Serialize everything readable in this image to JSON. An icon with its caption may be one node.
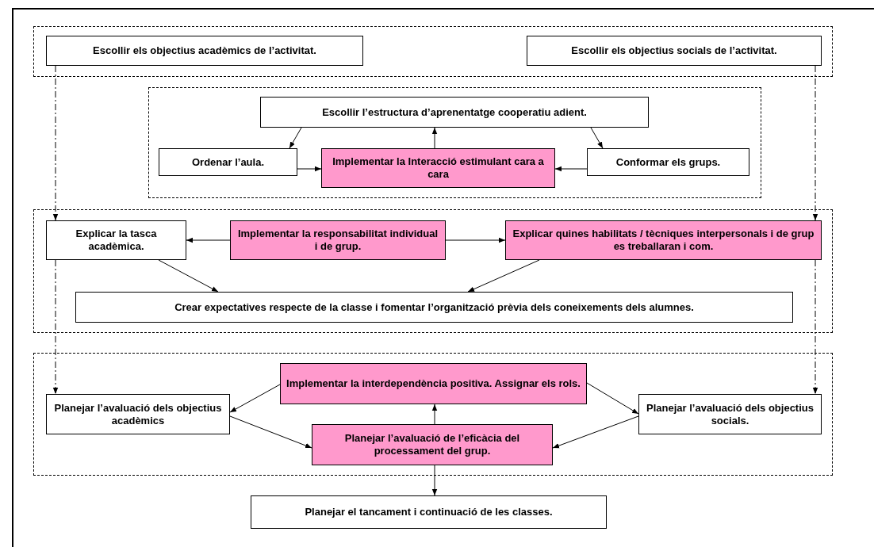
{
  "diagram": {
    "nodes": [
      {
        "text": [],
        "shape": "box"
      },
      {
        "text": [
          "Escollir els objectius acadèmics de l’activitat."
        ],
        "in": 0
      },
      {
        "text": [
          "Escollir els objectius socials de l’activitat."
        ],
        "in": 0
      },
      {
        "text": [],
        "shape": "box"
      },
      {
        "text": [
          "Escollir l’estructura d’aprenentatge cooperatiu adient."
        ],
        "in": 3
      },
      {
        "text": [
          "Ordenar l’aula."
        ],
        "in": 3
      },
      {
        "text": [
          "Implementar la Interacció estimulant cara a cara"
        ],
        "in": 3
      },
      {
        "text": [
          "Conformar els grups."
        ],
        "in": 3
      },
      {
        "text": [],
        "shape": "box"
      },
      {
        "text": [
          "Explicar la tasca acadèmica."
        ],
        "in": 8
      },
      {
        "text": [
          "Implementar la responsabilitat individual i de grup."
        ],
        "in": 8
      },
      {
        "text": [
          "Explicar quines habilitats / tècniques interpersonals i de grup es treballaran i com."
        ],
        "in": 8
      },
      {
        "text": [
          "Crear expectatives respecte de la classe i fomentar l’organització prèvia dels coneixements dels alumnes."
        ],
        "in": 8
      },
      {
        "text": [],
        "shape": "box"
      },
      {
        "text": [
          "Implementar la interdependència positiva. Assignar els rols."
        ],
        "in": 13
      },
      {
        "text": [
          "Planejar l’avaluació dels objectius acadèmics"
        ],
        "in": 13
      },
      {
        "text": [
          "Planejar l’avaluació dels objectius socials."
        ],
        "in": 13
      },
      {
        "text": [
          "Planejar l’avaluació de l’eficàcia del processament del grup."
        ],
        "in": 13
      },
      {
        "text": [
          "Planejar el tancament i continuació de les classes."
        ]
      }
    ],
    "edges": [
      {
        "from": 1,
        "to": 9,
        "arrow": "to",
        "style": "dashed"
      },
      {
        "from": 9,
        "to": 15,
        "arrow": "to",
        "style": "dashed"
      },
      {
        "from": 2,
        "to": 11,
        "arrow": "to",
        "style": "dashed"
      },
      {
        "from": 11,
        "to": 16,
        "arrow": "to",
        "style": "dashed"
      },
      {
        "from": 4,
        "to": 5,
        "arrow": "to"
      },
      {
        "from": 4,
        "to": 7,
        "arrow": "to"
      },
      {
        "from": 6,
        "to": 4,
        "arrow": "to"
      },
      {
        "from": 5,
        "to": 6,
        "arrow": "to"
      },
      {
        "from": 7,
        "to": 6,
        "arrow": "to"
      },
      {
        "from": 10,
        "to": 9,
        "arrow": "to"
      },
      {
        "from": 10,
        "to": 11,
        "arrow": "to"
      },
      {
        "from": 9,
        "to": 12,
        "arrow": "to"
      },
      {
        "from": 11,
        "to": 12,
        "arrow": "to"
      },
      {
        "from": 14,
        "to": 15,
        "arrow": "to"
      },
      {
        "from": 14,
        "to": 16,
        "arrow": "to"
      },
      {
        "from": 15,
        "to": 17,
        "arrow": "to"
      },
      {
        "from": 16,
        "to": 17,
        "arrow": "to"
      },
      {
        "from": 17,
        "to": 14,
        "arrow": "to"
      },
      {
        "from": 17,
        "to": 18,
        "arrow": "to"
      }
    ]
  }
}
